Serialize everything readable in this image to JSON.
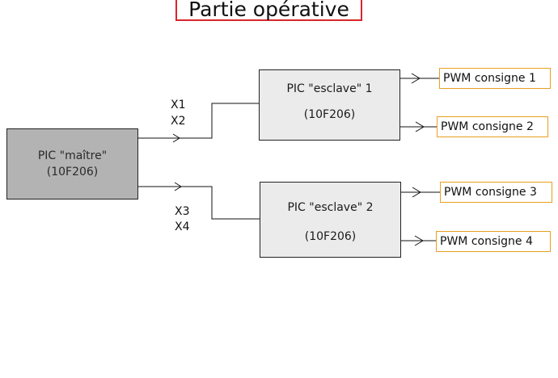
{
  "title": "Partie opérative",
  "master": {
    "line1": "PIC \"maître\"",
    "line2": "(10F206)"
  },
  "slave1": {
    "line1": "PIC \"esclave\" 1",
    "line2": "(10F206)"
  },
  "slave2": {
    "line1": "PIC \"esclave\"  2",
    "line2": "(10F206)"
  },
  "signals": {
    "x1": "X1",
    "x2": "X2",
    "x3": "X3",
    "x4": "X4"
  },
  "outputs": [
    "PWM consigne 1",
    "PWM consigne 2",
    "PWM consigne 3",
    "PWM consigne 4"
  ],
  "colors": {
    "title_border": "#d9262b",
    "output_border": "#e8a020",
    "master_fill": "#b3b3b3",
    "slave_fill": "#ebebeb"
  }
}
